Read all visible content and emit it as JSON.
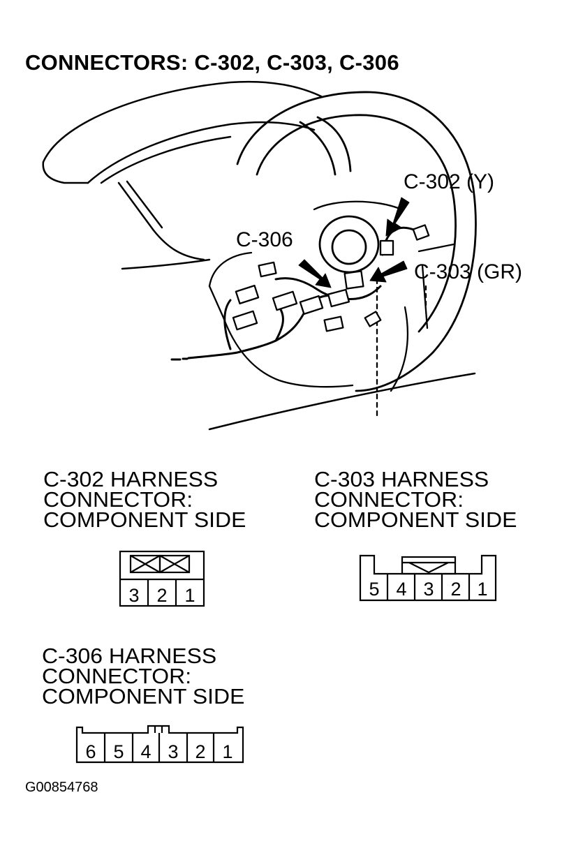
{
  "title": "CONNECTORS: C-302, C-303, C-306",
  "callouts": {
    "c302": "C-302 (Y)",
    "c306": "C-306",
    "c303": "C-303 (GR)"
  },
  "connectors": {
    "c302": {
      "caption": [
        "C-302 HARNESS",
        "CONNECTOR:",
        "COMPONENT SIDE"
      ],
      "pins": [
        "3",
        "2",
        "1"
      ]
    },
    "c303": {
      "caption": [
        "C-303 HARNESS",
        "CONNECTOR:",
        "COMPONENT SIDE"
      ],
      "pins": [
        "5",
        "4",
        "3",
        "2",
        "1"
      ]
    },
    "c306": {
      "caption": [
        "C-306 HARNESS",
        "CONNECTOR:",
        "COMPONENT SIDE"
      ],
      "pins": [
        "6",
        "5",
        "4",
        "3",
        "2",
        "1"
      ]
    }
  },
  "figure_id": "G00854768"
}
